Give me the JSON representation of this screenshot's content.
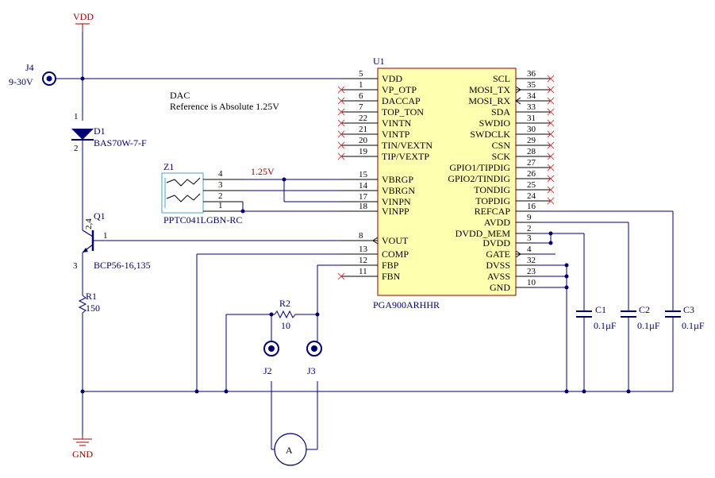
{
  "power": {
    "vdd": "VDD",
    "gnd": "GND"
  },
  "connector_j4": {
    "ref": "J4",
    "voltage": "9-30V"
  },
  "diode": {
    "ref": "D1",
    "part": "BAS70W-7-F",
    "pin_a": "1",
    "pin_b": "2"
  },
  "transistor": {
    "ref": "Q1",
    "part": "BCP56-16,135",
    "pin_c": "2,4",
    "pin_b": "1",
    "pin_e": "3"
  },
  "resistor_r1": {
    "ref": "R1",
    "value": "150"
  },
  "resistor_r2": {
    "ref": "R2",
    "value": "10"
  },
  "note": {
    "line1": "DAC",
    "line2": "Reference is Absolute 1.25V"
  },
  "zener": {
    "ref": "Z1",
    "part": "PPTC041LGBN-RC",
    "pins": [
      "4",
      "3",
      "2",
      "1"
    ]
  },
  "net_label": "1.25V",
  "ic": {
    "ref": "U1",
    "part": "PGA900ARHHR",
    "left_pins": [
      {
        "num": "5",
        "name": "VDD"
      },
      {
        "num": "1",
        "name": "VP_OTP"
      },
      {
        "num": "6",
        "name": "DACCAP"
      },
      {
        "num": "7",
        "name": "TOP_TON"
      },
      {
        "num": "22",
        "name": "VINTN"
      },
      {
        "num": "21",
        "name": "VINTP"
      },
      {
        "num": "20",
        "name": "TIN/VEXTN"
      },
      {
        "num": "19",
        "name": "TIP/VEXTP"
      },
      {
        "num": "15",
        "name": "VBRGP"
      },
      {
        "num": "14",
        "name": "VBRGN"
      },
      {
        "num": "17",
        "name": "VINPN"
      },
      {
        "num": "18",
        "name": "VINPP"
      },
      {
        "num": "8",
        "name": "VOUT"
      },
      {
        "num": "13",
        "name": "COMP"
      },
      {
        "num": "12",
        "name": "FBP"
      },
      {
        "num": "11",
        "name": "FBN"
      }
    ],
    "right_pins": [
      {
        "num": "36",
        "name": "SCL"
      },
      {
        "num": "35",
        "name": "MOSI_TX"
      },
      {
        "num": "34",
        "name": "MOSI_RX"
      },
      {
        "num": "33",
        "name": "SDA"
      },
      {
        "num": "31",
        "name": "SWDIO"
      },
      {
        "num": "30",
        "name": "SWDCLK"
      },
      {
        "num": "29",
        "name": "CSN"
      },
      {
        "num": "28",
        "name": "SCK"
      },
      {
        "num": "27",
        "name": "GPIO1/TIPDIG"
      },
      {
        "num": "26",
        "name": "GPIO2/TINDIG"
      },
      {
        "num": "25",
        "name": "TONDIG"
      },
      {
        "num": "24",
        "name": "TOPDIG"
      },
      {
        "num": "16",
        "name": "REFCAP"
      },
      {
        "num": "9",
        "name": "AVDD"
      },
      {
        "num": "2",
        "name": "DVDD_MEM"
      },
      {
        "num": "3",
        "name": "DVDD"
      },
      {
        "num": "4",
        "name": "GATE"
      },
      {
        "num": "32",
        "name": "DVSS"
      },
      {
        "num": "23",
        "name": "AVSS"
      },
      {
        "num": "10",
        "name": "GND"
      }
    ]
  },
  "capacitors": [
    {
      "ref": "C1",
      "value": "0.1µF"
    },
    {
      "ref": "C2",
      "value": "0.1µF"
    },
    {
      "ref": "C3",
      "value": "0.1µF"
    }
  ],
  "jacks": [
    {
      "ref": "J2"
    },
    {
      "ref": "J3"
    }
  ],
  "meter": {
    "symbol": "A"
  },
  "colors": {
    "wire": "#00006e",
    "ic_fill": "#ffffb0",
    "ic_border": "#8b0000",
    "power": "#a00000",
    "zener_box": "#4aa0c8"
  }
}
